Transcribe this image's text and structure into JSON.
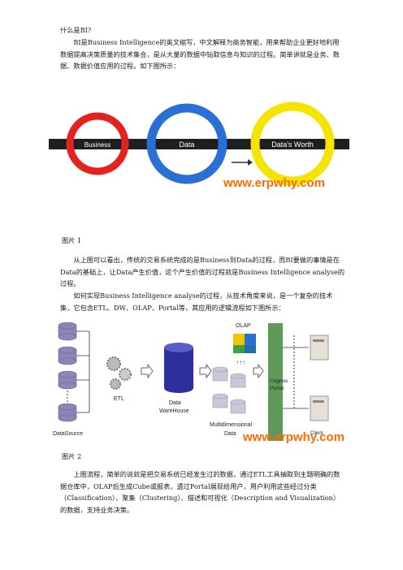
{
  "heading": "什么是BI?",
  "para1": "BI是Business Intelligence的英文缩写，中文解释为商务智能，用来帮助企业更好地利用数据提高决策质量的技术集合，是从大量的数据中钻取信息与知识的过程。简单讲就是业务、数据、数据价值应用的过程。如下图所示：",
  "figure1": {
    "labels": [
      "Business",
      "Data",
      "Data's Worth"
    ],
    "watermark": "www.erpwhy.com",
    "colors": {
      "ring_red": "#e4231f",
      "ring_blue": "#2a6fd6",
      "ring_yellow": "#f5e400",
      "band": "#1f1f1f",
      "watermark": "#ff6a00"
    }
  },
  "caption1": "图片 1",
  "para2": "从上图可以看出，传统的交易系统完成的是Business到Data的过程，而BI要做的事情是在Data的基础上，让Data产生价值，这个产生价值的过程就是Business Intelligence analyse的过程。",
  "para3": "如何实现Business Intelligence analyse的过程，从技术角度来说，是一个复杂的技术集，它包含ETL、DW、OLAP、Portal等，其应用的逻辑流程如下图所示：",
  "figure2": {
    "labels": {
      "olap": "OLAP",
      "etl": "ETL",
      "data_warehouse_1": "Data",
      "data_warehouse_2": "WareHouse",
      "portal_1": "Cognos",
      "portal_2": "Portal",
      "datasource": "DataSource",
      "multidim_1": "Multidimensional",
      "multidim_2": "Data",
      "client": "Client"
    },
    "watermark": "www.erpwhy.com",
    "colors": {
      "db": "#8b86b8",
      "dw": "#2d2f9c",
      "portal": "#5f9a5a",
      "watermark": "#ff6a00"
    }
  },
  "caption2": "图片 2",
  "para4": "上图流程，简单的说就是把交易系统已经发生过的数据，通过ETL工具抽取到主题明确的数据仓库中，OLAP后生成Cube或报表，透过Portal展现给用户，用户利用这些经过分类（Classification）、聚集（Clustering）、描述和可视化（Description and Visualization）的数据，支持业务决策。"
}
